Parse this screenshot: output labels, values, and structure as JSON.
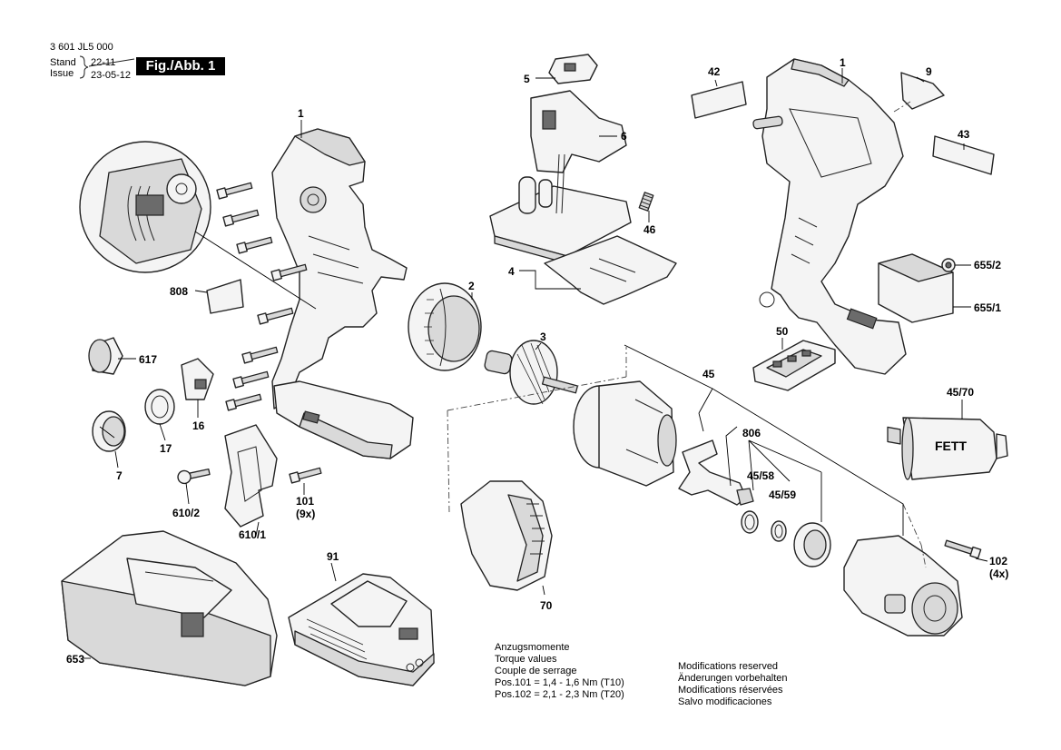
{
  "header": {
    "drawing_number": "3 601 JL5 000",
    "stand_label": "Stand",
    "issue_label": "Issue",
    "stand_date": "22-11",
    "issue_date": "23-05-12",
    "figure_label": "Fig./Abb. 1"
  },
  "part_labels": [
    {
      "id": "p1a",
      "text": "1"
    },
    {
      "id": "p1b",
      "text": "1"
    },
    {
      "id": "p2",
      "text": "2"
    },
    {
      "id": "p3",
      "text": "3"
    },
    {
      "id": "p4",
      "text": "4"
    },
    {
      "id": "p5",
      "text": "5"
    },
    {
      "id": "p6",
      "text": "6"
    },
    {
      "id": "p7",
      "text": "7"
    },
    {
      "id": "p9",
      "text": "9"
    },
    {
      "id": "p16",
      "text": "16"
    },
    {
      "id": "p17",
      "text": "17"
    },
    {
      "id": "p42",
      "text": "42"
    },
    {
      "id": "p43",
      "text": "43"
    },
    {
      "id": "p45",
      "text": "45"
    },
    {
      "id": "p4570",
      "text": "45/70"
    },
    {
      "id": "p4558",
      "text": "45/58"
    },
    {
      "id": "p4559",
      "text": "45/59"
    },
    {
      "id": "p46",
      "text": "46"
    },
    {
      "id": "p50",
      "text": "50"
    },
    {
      "id": "p70",
      "text": "70"
    },
    {
      "id": "p91",
      "text": "91"
    },
    {
      "id": "p101",
      "text": "101"
    },
    {
      "id": "p101q",
      "text": "(9x)"
    },
    {
      "id": "p102",
      "text": "102"
    },
    {
      "id": "p102q",
      "text": "(4x)"
    },
    {
      "id": "p6102",
      "text": "610/2"
    },
    {
      "id": "p6101",
      "text": "610/1"
    },
    {
      "id": "p617",
      "text": "617"
    },
    {
      "id": "p653",
      "text": "653"
    },
    {
      "id": "p6552",
      "text": "655/2"
    },
    {
      "id": "p6551",
      "text": "655/1"
    },
    {
      "id": "p806",
      "text": "806"
    },
    {
      "id": "p808",
      "text": "808"
    }
  ],
  "fett_label": "FETT",
  "torque_notes": [
    "Anzugsmomente",
    "Torque values",
    "Couple de serrage",
    "Pos.101  =  1,4 - 1,6 Nm (T10)",
    "Pos.102  =  2,1 - 2,3 Nm (T20)"
  ],
  "modification_notes": [
    "Modifications reserved",
    "Änderungen vorbehalten",
    "Modifications réservées",
    "Salvo modificaciones"
  ]
}
